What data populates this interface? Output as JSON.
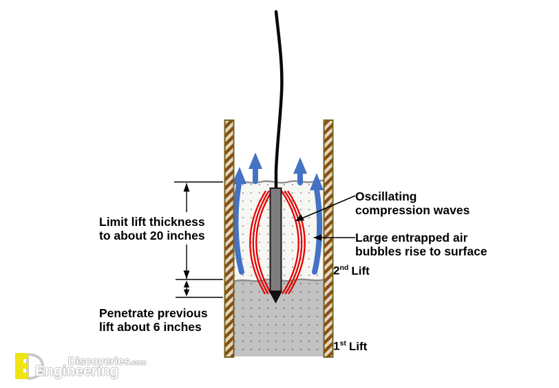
{
  "labels": {
    "limit_line1": "Limit lift thickness",
    "limit_line2": "to about 20 inches",
    "penetrate_line1": "Penetrate previous",
    "penetrate_line2": "lift about 6 inches",
    "oscillating_line1": "Oscillating",
    "oscillating_line2": "compression waves",
    "bubbles_line1": "Large entrapped air",
    "bubbles_line2": "bubbles rise to surface",
    "second_lift": {
      "num": "2",
      "sup": "nd",
      "rest": "Lift"
    },
    "first_lift": {
      "num": "1",
      "sup": "st",
      "rest": "Lift"
    }
  },
  "logo": {
    "brand_top": "Discoveries",
    "brand_top_suffix": ".com",
    "brand_bottom": "Engineering"
  },
  "colors": {
    "wave_red": "#e60000",
    "bubble_blue": "#4472c4",
    "wall_dark": "#8c4e10",
    "wall_light": "#ded7c5",
    "wall_border": "#77621a",
    "lift2_bg": "#f6f6f3",
    "lift2_dot": "#8f8f8f",
    "lift1_bg": "#c2c2c2",
    "lift1_dot": "#6a6a6a",
    "vibrator_gray": "#7d7d7d",
    "surface_gray": "#8c8c8c",
    "logo_yellow": "#efe412",
    "logo_outline": "#bdbdbd"
  }
}
